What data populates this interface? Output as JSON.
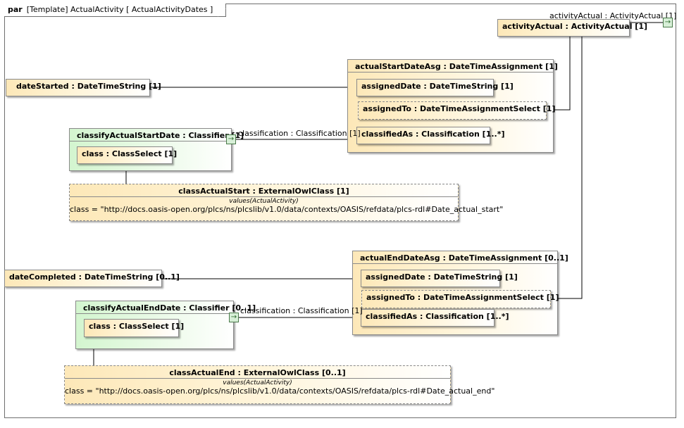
{
  "frame": {
    "kind": "par",
    "title": "[Template] ActualActivity [ ActualActivityDates ]"
  },
  "port_label": "activityActual : ActivityActual [1]",
  "parts": {
    "activityActual": "activityActual : ActivityActual [1]",
    "dateStarted": "dateStarted : DateTimeString [1]",
    "dateCompleted": "dateCompleted : DateTimeString [0..1]",
    "actualStartDateAsg": {
      "title": "actualStartDateAsg : DateTimeAssignment [1]",
      "assignedDate": "assignedDate : DateTimeString [1]",
      "assignedTo": "assignedTo : DateTimeAssignmentSelect [1]",
      "classifiedAs": "classifiedAs : Classification [1..*]"
    },
    "actualEndDateAsg": {
      "title": "actualEndDateAsg : DateTimeAssignment [0..1]",
      "assignedDate": "assignedDate : DateTimeString [1]",
      "assignedTo": "assignedTo : DateTimeAssignmentSelect [1]",
      "classifiedAs": "classifiedAs : Classification [1..*]"
    },
    "classifyActualStartDate": {
      "title": "classifyActualStartDate : Classifier [1]",
      "cls": "class : ClassSelect [1]",
      "port_label": "classification : Classification [1]"
    },
    "classifyActualEndDate": {
      "title": "classifyActualEndDate : Classifier [0..1]",
      "cls": "class : ClassSelect [1]",
      "port_label": "classification : Classification [1]"
    },
    "classActualStart": {
      "title": "classActualStart : ExternalOwlClass [1]",
      "values_caption": "values(ActualActivity)",
      "value": "class = \"http://docs.oasis-open.org/plcs/ns/plcslib/v1.0/data/contexts/OASIS/refdata/plcs-rdl#Date_actual_start\""
    },
    "classActualEnd": {
      "title": "classActualEnd : ExternalOwlClass [0..1]",
      "values_caption": "values(ActualActivity)",
      "value": "class = \"http://docs.oasis-open.org/plcs/ns/plcslib/v1.0/data/contexts/OASIS/refdata/plcs-rdl#Date_actual_end\""
    }
  },
  "port_icon": "port-arrow-icon"
}
